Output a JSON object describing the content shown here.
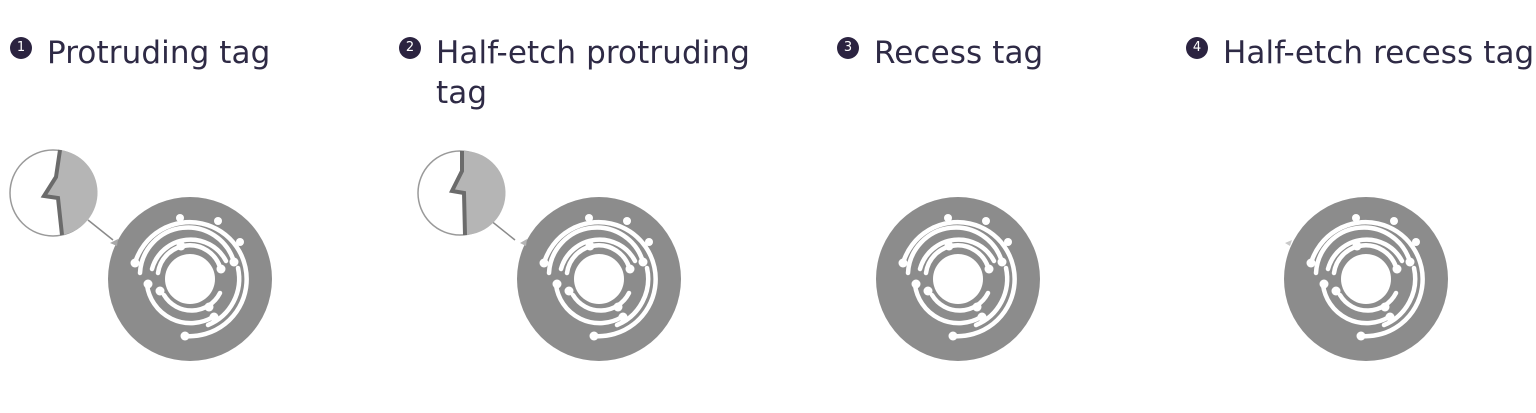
{
  "panels": [
    {
      "number": "1",
      "title": "Protruding tag",
      "variant": "protruding"
    },
    {
      "number": "2",
      "title": "Half-etch protruding tag",
      "variant": "half-etch-protruding"
    },
    {
      "number": "3",
      "title": "Recess tag",
      "variant": "recess"
    },
    {
      "number": "4",
      "title": "Half-etch recess tag",
      "variant": "half-etch-recess"
    }
  ],
  "colors": {
    "badge": "#2b2340",
    "title": "#2e2a45",
    "disc": "#8c8c8c",
    "trace": "#ffffff",
    "zoom_fill": "#b5b5b5",
    "zoom_edge": "#6b6b6b",
    "callout_line": "#8a8a8a"
  }
}
